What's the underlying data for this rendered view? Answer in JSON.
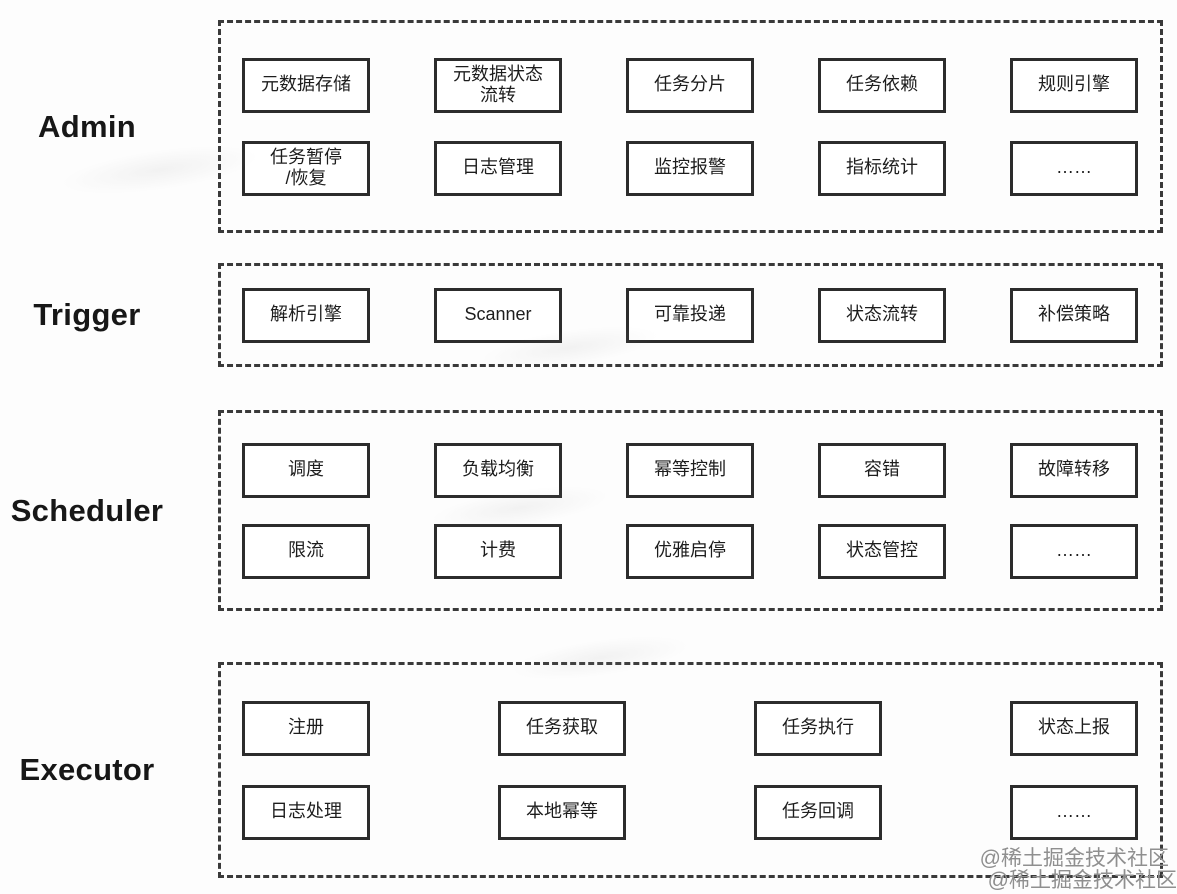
{
  "watermark": {
    "line1": "@稀土掘金技术社区",
    "line2": "@稀土掘金技术社区"
  },
  "diagram": {
    "sections": [
      {
        "id": "admin",
        "label": "Admin",
        "rows": [
          [
            "元数据存储",
            "元数据状态\n流转",
            "任务分片",
            "任务依赖",
            "规则引擎"
          ],
          [
            "任务暂停\n/恢复",
            "日志管理",
            "监控报警",
            "指标统计",
            "……"
          ]
        ]
      },
      {
        "id": "trigger",
        "label": "Trigger",
        "rows": [
          [
            "解析引擎",
            "Scanner",
            "可靠投递",
            "状态流转",
            "补偿策略"
          ]
        ]
      },
      {
        "id": "scheduler",
        "label": "Scheduler",
        "rows": [
          [
            "调度",
            "负载均衡",
            "幂等控制",
            "容错",
            "故障转移"
          ],
          [
            "限流",
            "计费",
            "优雅启停",
            "状态管控",
            "……"
          ]
        ]
      },
      {
        "id": "executor",
        "label": "Executor",
        "rows": [
          [
            "注册",
            "任务获取",
            "任务执行",
            "状态上报"
          ],
          [
            "日志处理",
            "本地幂等",
            "任务回调",
            "……"
          ]
        ]
      }
    ]
  }
}
